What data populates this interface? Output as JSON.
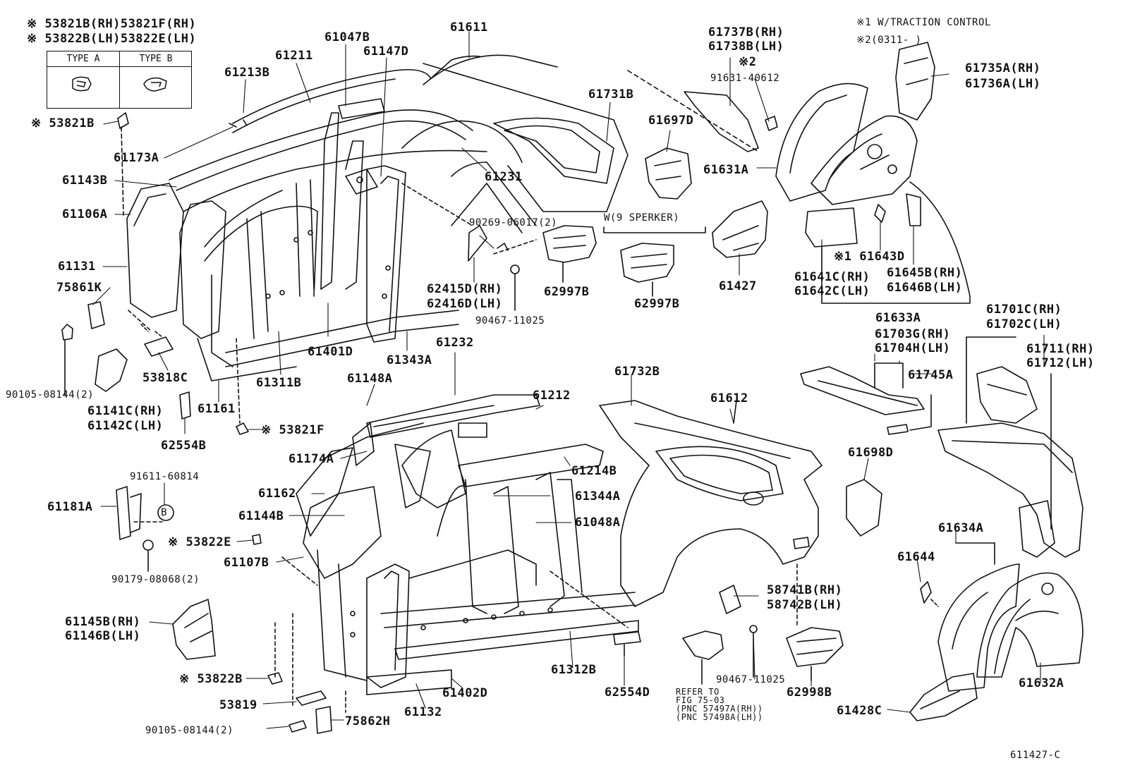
{
  "notes": {
    "ref1": "※ 53821B(RH)53821F(RH)",
    "ref2": "※ 53822B(LH)53822E(LH)",
    "traction": "※1  W/TRACTION CONTROL",
    "date_code": "※2(0311-        )",
    "speaker": "W(9 SPERKER)",
    "refer_to": "REFER TO",
    "fig": "FIG 75-03",
    "pnc_rh": "(PNC 57497A(RH))",
    "pnc_lh": "(PNC 57498A(LH))",
    "figure_id": "611427-C"
  },
  "legend": {
    "type_a": "TYPE A",
    "type_b": "TYPE B"
  },
  "callout_b": "B",
  "parts": {
    "p53821B": "※ 53821B",
    "p61213B": "61213B",
    "p61211": "61211",
    "p61047B": "61047B",
    "p61147D": "61147D",
    "p61611": "61611",
    "p61737B": "61737B(RH)",
    "p61738B": "61738B(LH)",
    "p_note2": "※2",
    "p91631": "91631-40612",
    "p61735A": "61735A(RH)",
    "p61736A": "61736A(LH)",
    "p61173A": "61173A",
    "p61731B": "61731B",
    "p61697D": "61697D",
    "p61631A": "61631A",
    "p61143B": "61143B",
    "p61231": "61231",
    "p61106A": "61106A",
    "p90269": "90269-06017(2)",
    "p61131": "61131",
    "p62415D": "62415D(RH)",
    "p62416D": "62416D(LH)",
    "p62997B_1": "62997B",
    "p62997B_2": "62997B",
    "p61427": "61427",
    "p61643D": "※1 61643D",
    "p61641C": "61641C(RH)",
    "p61642C": "61642C(LH)",
    "p61645B": "61645B(RH)",
    "p61646B": "61646B(LH)",
    "p75861K": "75861K",
    "p90467_1": "90467-11025",
    "p61633A": "61633A",
    "p61401D": "61401D",
    "p61343A": "61343A",
    "p61232": "61232",
    "p61701C": "61701C(RH)",
    "p61702C": "61702C(LH)",
    "p61703G": "61703G(RH)",
    "p61704H": "61704H(LH)",
    "p61711": "61711(RH)",
    "p61712": "61712(LH)",
    "p53818C": "53818C",
    "p61311B": "61311B",
    "p61148A": "61148A",
    "p61732B": "61732B",
    "p61745A": "61745A",
    "p90105_1": "90105-08144(2)",
    "p61141C": "61141C(RH)",
    "p61142C": "61142C(LH)",
    "p61161": "61161",
    "p61212": "61212",
    "p61612": "61612",
    "p53821F": "※ 53821F",
    "p62554B": "62554B",
    "p61698D": "61698D",
    "p61174A": "61174A",
    "p61214B": "61214B",
    "p91611": "91611-60814",
    "p61181A": "61181A",
    "p61162": "61162",
    "p61344A": "61344A",
    "p61144B": "61144B",
    "p61048A": "61048A",
    "p53822E": "※ 53822E",
    "p61634A": "61634A",
    "p61107B": "61107B",
    "p61644": "61644",
    "p90179": "90179-08068(2)",
    "p58741B": "58741B(RH)",
    "p58742B": "58742B(LH)",
    "p61145B": "61145B(RH)",
    "p61146B": "61146B(LH)",
    "p53822B": "※ 53822B",
    "p61312B": "61312B",
    "p90467_2": "90467-11025",
    "p61402D": "61402D",
    "p62554D": "62554D",
    "p62998B": "62998B",
    "p61632A": "61632A",
    "p53819": "53819",
    "p61132": "61132",
    "p61428C": "61428C",
    "p75862H": "75862H",
    "p90105_2": "90105-08144(2)"
  }
}
